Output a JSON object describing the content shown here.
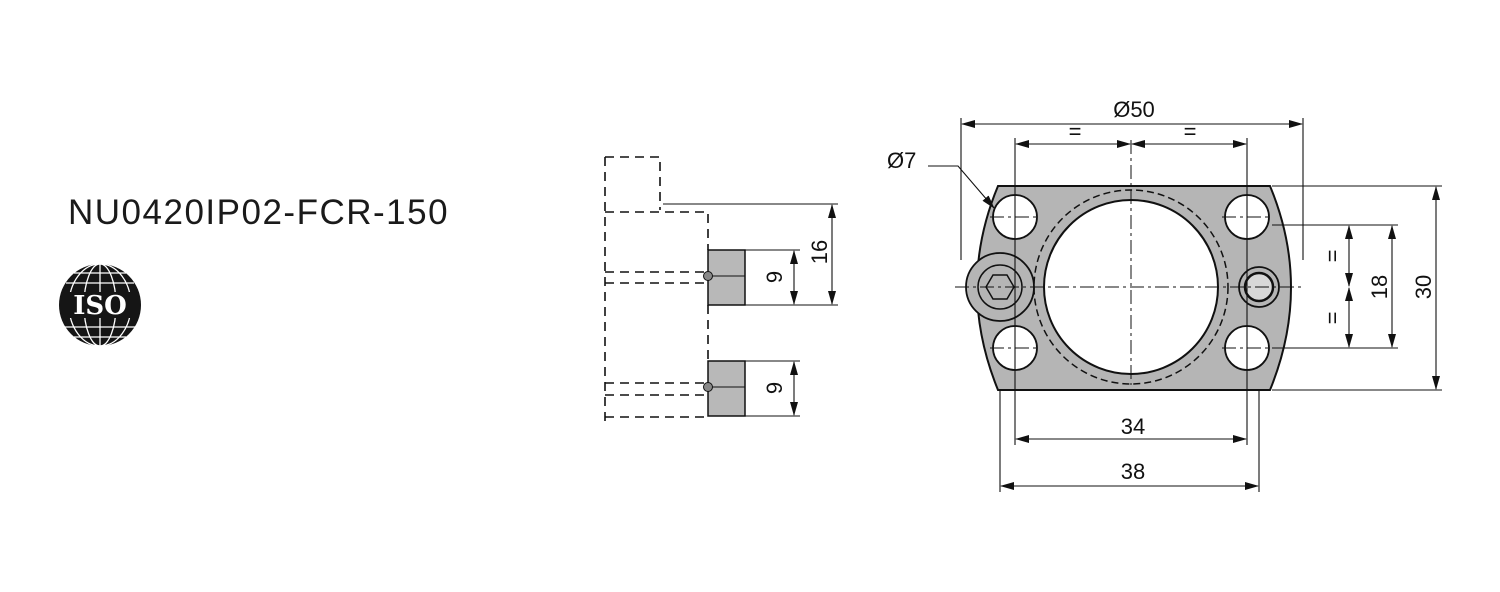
{
  "part_number": "NU0420IP02-FCR-150",
  "logo": {
    "text": "ISO",
    "icon": "iso-globe-logo-icon"
  },
  "colors": {
    "plate": "#b5b5b5",
    "block": "#b8b8b8",
    "ink": "#111111"
  },
  "side_view": {
    "overall_height": "16",
    "upper_pad_height": "9",
    "lower_pad_height": "9"
  },
  "front_view": {
    "outer_diameter": "Ø50",
    "hole_diameter": "Ø7",
    "hole_spacing_inner": "34",
    "width": "38",
    "hole_spacing_vertical": "18",
    "height": "30",
    "equal_mark": "="
  }
}
